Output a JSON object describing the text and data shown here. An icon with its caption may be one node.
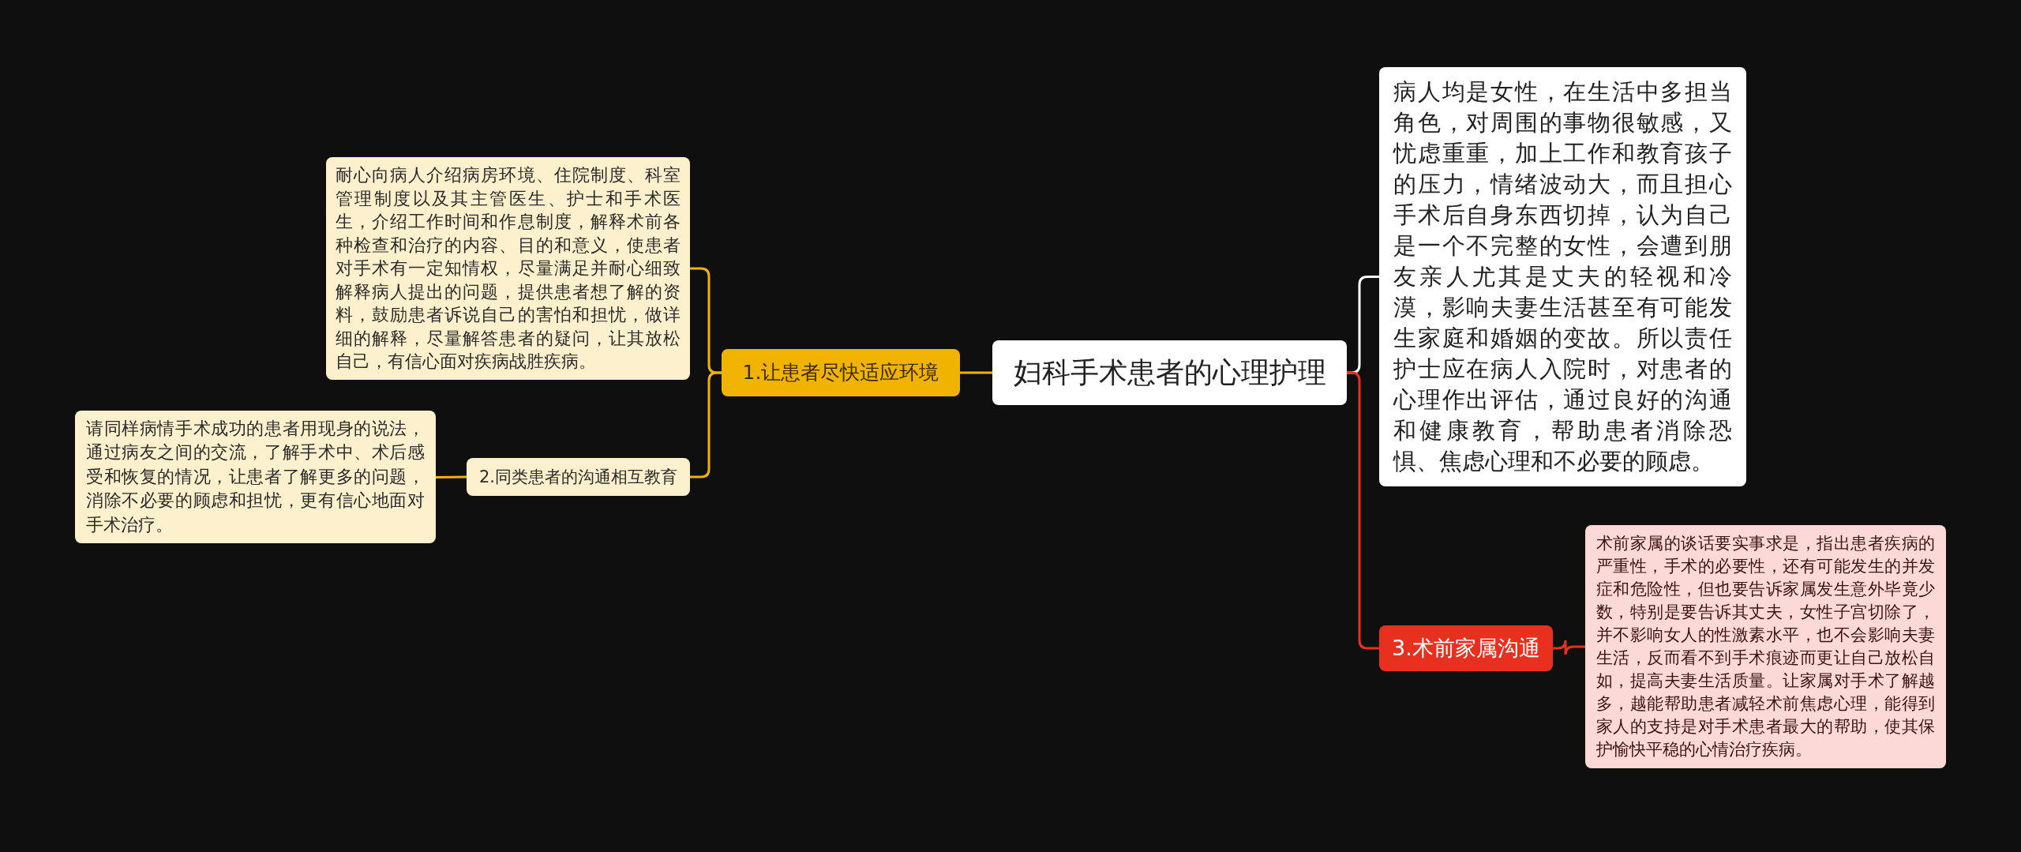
{
  "diagram": {
    "nodes": [
      {
        "text": [
          "妇科手术患者的心理护理"
        ]
      },
      {
        "text": [
          "1.让患者尽快适应环境"
        ]
      },
      {
        "text": [
          "耐心向病人介绍病房环境、住院制度、科室管理制度以及其主管医生、护士和手术医生，介绍工作时间和作息制度，解释术前各种检查和治疗的内容、目的和意义，使患者对手术有一定知情权，尽量满足并耐心细致解释病人提出的问题，提供患者想了解的资料，鼓励患者诉说自己的害怕和担忧，做详细的解释，尽量解答患者的疑问，让其放松自己，有信心面对疾病战胜疾病。"
        ]
      },
      {
        "text": [
          "2.同类患者的沟通相互教育"
        ]
      },
      {
        "text": [
          "请同样病情手术成功的患者用现身的说法，通过病友之间的交流，了解手术中、术后感受和恢复的情况，让患者了解更多的问题，消除不必要的顾虑和担忧，更有信心地面对手术治疗。"
        ]
      },
      {
        "text": [
          "病人均是女性，在生活中多担当角色，对周围的事物很敏感，又忧虑重重，加上工作和教育孩子的压力，情绪波动大，而且担心手术后自身东西切掉，认为自己是一个不完整的女性，会遭到朋友亲人尤其是丈夫的轻视和冷漠，影响夫妻生活甚至有可能发生家庭和婚姻的变故。所以责任护士应在病人入院时，对患者的心理作出评估，通过良好的沟通和健康教育，帮助患者消除恐惧、焦虑心理和不必要的顾虑。"
        ]
      },
      {
        "text": [
          "3.术前家属沟通"
        ]
      },
      {
        "text": [
          "术前家属的谈话要实事求是，指出患者疾病的严重性，手术的必要性，还有可能发生的并发症和危险性，但也要告诉家属发生意外毕竟少数，特别是要告诉其丈夫，女性子宫切除了，并不影响女人的性激素水平，也不会影响夫妻生活，反而看不到手术痕迹而更让自己放松自如，提高夫妻生活质量。让家属对手术了解越多，越能帮助患者减轻术前焦虑心理，能得到家人的支持是对手术患者最大的帮助，使其保护愉快平稳的心情治疗疾病。"
        ]
      }
    ],
    "edges": [
      {
        "from": 0,
        "to": 1,
        "arrow": "none",
        "color": "#f0b400"
      },
      {
        "from": 1,
        "to": 2,
        "arrow": "none",
        "color": "#f0b400"
      },
      {
        "from": 1,
        "to": 3,
        "arrow": "none",
        "color": "#f0b400"
      },
      {
        "from": 3,
        "to": 4,
        "arrow": "none",
        "color": "#f0b400"
      },
      {
        "from": 0,
        "to": 5,
        "arrow": "none",
        "color": "#ffffff"
      },
      {
        "from": 0,
        "to": 6,
        "arrow": "none",
        "color": "#e8301e"
      },
      {
        "from": 6,
        "to": 7,
        "arrow": "none",
        "color": "#e8301e"
      }
    ]
  }
}
